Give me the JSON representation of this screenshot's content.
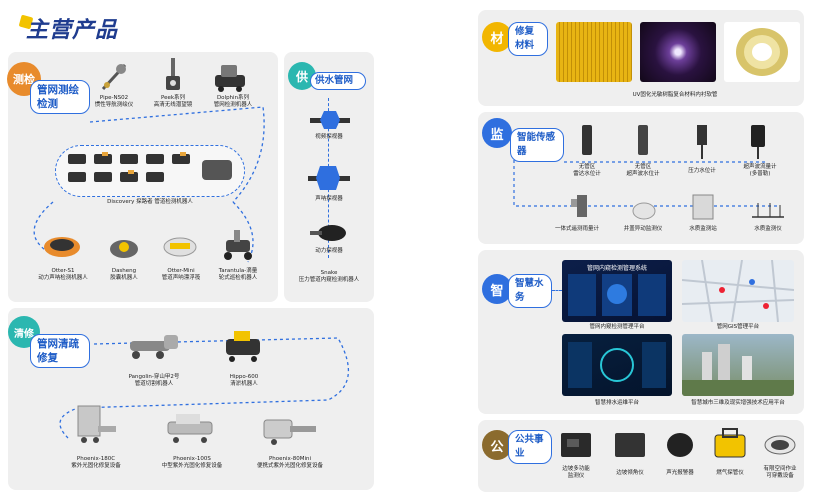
{
  "brand_title": "主营产品",
  "colors": {
    "accent": "#f2c300",
    "blue": "#2f6fdf",
    "orange": "#e88b2c",
    "teal": "#2bb7b0",
    "panel": "#efefef"
  },
  "inspect": {
    "badge": "测检",
    "tag": "管网测绘检测",
    "items": {
      "pipe": "Pipe-NS02\n惯性导航测绘仪",
      "peek": "Peek系列\n高清无线潜望镜",
      "dolphin": "Dolphin系列\n管网检测机器人",
      "discovery": "Discovery 探路者 管道检测机器人",
      "otter_s1": "Otter-S1\n动力声呐检测机器人",
      "dasheng": "Dasheng\n胶囊机器人",
      "otter_mini": "Otter-Mini\n管道声呐漂浮筏",
      "tarantula": "Tarantula-滴量\n轮式巡检机器人"
    }
  },
  "water": {
    "badge": "供",
    "tag": "供水管网",
    "items": {
      "probe1": "视频探视器",
      "probe2": "声呐探视器",
      "probe3": "动力探视器",
      "snake": "Snake\n压力管道内窥检测机器人"
    }
  },
  "repair": {
    "badge": "清修",
    "tag": "管网清疏修复",
    "items": {
      "pangolin": "Pangolin-穿山甲2号\n管道切割机器人",
      "hippo": "Hippo-600\n清淤机器人",
      "phoenix180": "Phoenix-180C\n紫外光固化修复设备",
      "phoenix100": "Phoenix-100S\n中型紫外光固化修复设备",
      "phoenix80": "Phoenix-80Mini\n便携式紫外光固化修复设备"
    }
  },
  "material": {
    "badge": "材",
    "tag": "修复材料",
    "caption": "UV固化光敏树脂复合材料内衬软管"
  },
  "monitor": {
    "badge": "监",
    "tag": "智能传感器",
    "items": {
      "s1": "无管区\n雷达水位计",
      "s2": "无管区\n超声波水位计",
      "s3": "压力水位计",
      "s4": "超声波流量计\n(多普勒)",
      "s5": "一体式遥测雨量计",
      "s6": "井盖异动监测仪",
      "s7": "水质监测站",
      "s8": "水质监测仪"
    }
  },
  "smart": {
    "badge": "智",
    "tag": "智慧水务",
    "screen1_title": "管网内窥检测管理系统",
    "items": {
      "p1": "管网内窥检测管理平台",
      "p2": "管网GIS管理平台",
      "p3": "智慧排水运维平台",
      "p4": "智慧城市三维及现实增强技术应用平台"
    }
  },
  "public": {
    "badge": "公",
    "tag": "公共事业",
    "items": {
      "e1": "边坡多功能\n监测仪",
      "e2": "边坡倾角仪",
      "e3": "声光报警器",
      "e4": "燃气探管仪",
      "e5": "有限空间作业\n可穿戴设备"
    }
  }
}
